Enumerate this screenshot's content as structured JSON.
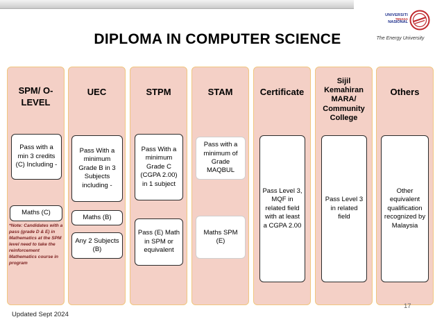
{
  "header": {
    "title": "DIPLOMA IN COMPUTER SCIENCE",
    "logo": {
      "line1": "UNIVERSITI",
      "line2": "TENAGA",
      "line3": "NASIONAL",
      "tagline": "The Energy University",
      "colors": {
        "blue": "#1d2f8c",
        "red": "#c0282d"
      }
    }
  },
  "columns": [
    {
      "heading": "SPM/ O-LEVEL",
      "boxes": [
        "Pass with a min 3 credits (C) Including -",
        "Maths (C)"
      ],
      "note": "*Note: Candidates with a pass (grade D & E) in Mathematics at the SPM level need to take the reinforcement Mathematics course in program"
    },
    {
      "heading": "UEC",
      "boxes": [
        "Pass With a minimum Grade B in 3 Subjects including -",
        "Maths (B)",
        "Any 2 Subjects (B)"
      ]
    },
    {
      "heading": "STPM",
      "boxes": [
        "Pass With a minimum Grade C (CGPA 2.00) in 1 subject",
        "Pass (E) Math in SPM or equivalent"
      ]
    },
    {
      "heading": "STAM",
      "boxes": [
        "Pass with a minimum of Grade MAQBUL",
        "Maths SPM (E)"
      ]
    },
    {
      "heading": "Certificate",
      "boxes": [
        "Pass Level 3, MQF in related field with at least a CGPA 2.00"
      ]
    },
    {
      "heading": "Sijil Kemahiran MARA/ Community College",
      "boxes": [
        "Pass Level 3 in related field"
      ]
    },
    {
      "heading": "Others",
      "boxes": [
        "Other equivalent qualification recognized by Malaysia"
      ]
    }
  ],
  "footer": {
    "updated": "Updated Sept 2024",
    "page_number": "17"
  },
  "colors": {
    "column_fill": "#f4d0c6",
    "column_border": "#f0c67e",
    "note_text": "#7a1f1f"
  }
}
